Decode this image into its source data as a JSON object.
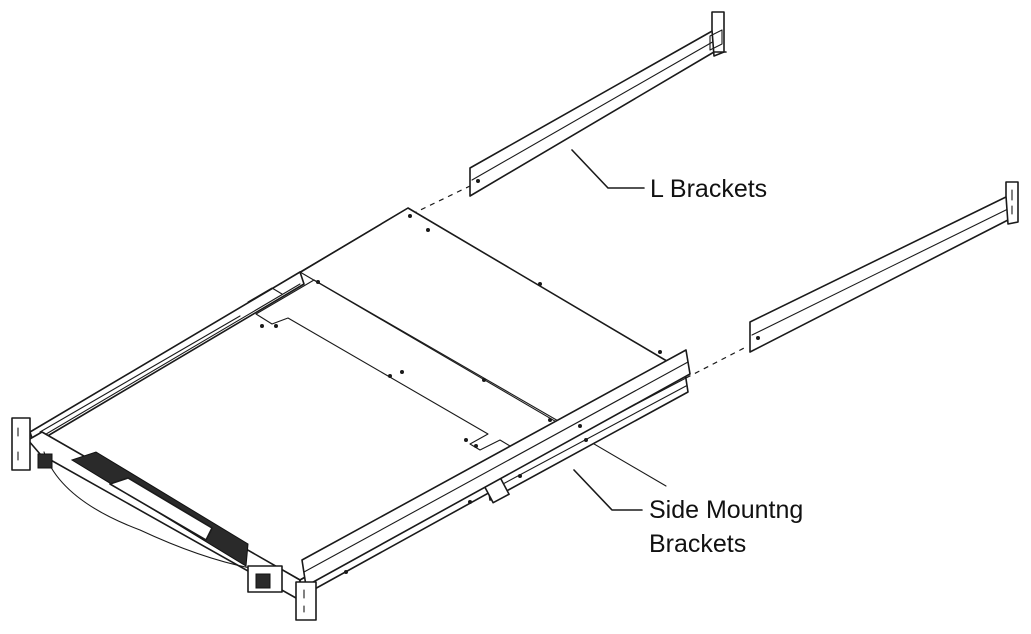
{
  "labels": {
    "l_brackets": "L Brackets",
    "side_mounting_line1": "Side Mountng",
    "side_mounting_line2": "Brackets"
  }
}
